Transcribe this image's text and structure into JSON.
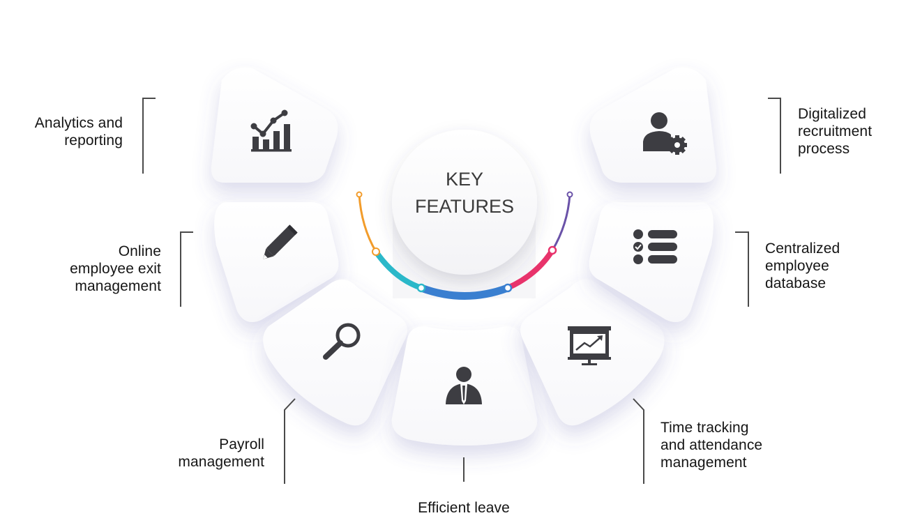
{
  "center": {
    "line1": "KEY",
    "line2": "FEATURES"
  },
  "features": [
    {
      "lines": [
        "Analytics and",
        "reporting"
      ],
      "icon": "bar-chart-trend-icon"
    },
    {
      "lines": [
        "Online",
        "employee exit",
        "management"
      ],
      "icon": "pencil-icon"
    },
    {
      "lines": [
        "Payroll",
        "management"
      ],
      "icon": "magnifier-icon"
    },
    {
      "lines": [
        "Efficient leave"
      ],
      "icon": "employee-icon"
    },
    {
      "lines": [
        "Time tracking",
        "and attendance",
        "management"
      ],
      "icon": "presentation-board-icon"
    },
    {
      "lines": [
        "Centralized",
        "employee",
        "database"
      ],
      "icon": "checklist-icon"
    },
    {
      "lines": [
        "Digitalized",
        "recruitment",
        "process"
      ],
      "icon": "user-gear-icon"
    }
  ],
  "colors": {
    "text": "#151515",
    "icon": "#3d3d42",
    "bracket": "#4a4a4a",
    "arc_orange": "#f29c2b",
    "arc_teal": "#2bb8c9",
    "arc_blue": "#3a7fd0",
    "arc_pink": "#e8336b",
    "arc_purple": "#6a52a8"
  }
}
